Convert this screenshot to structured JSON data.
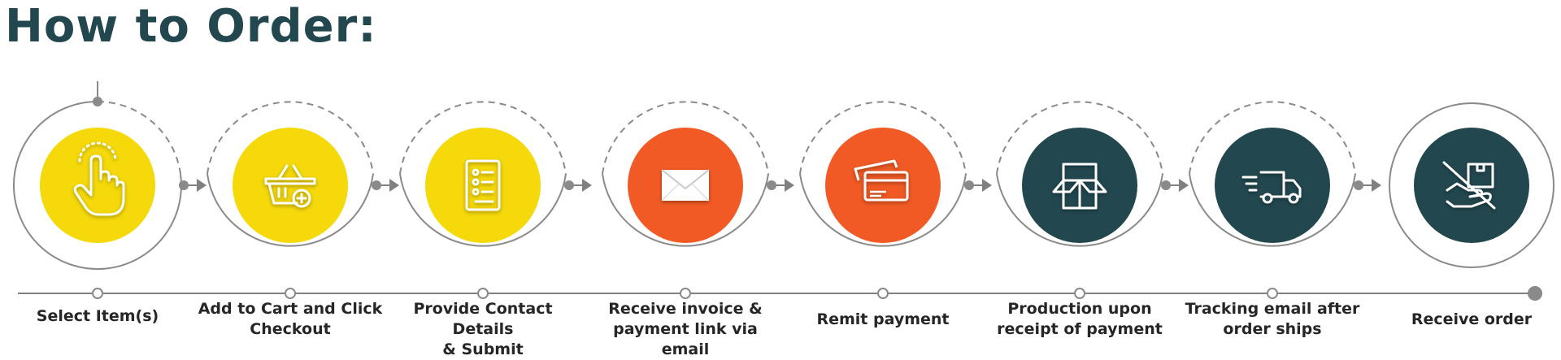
{
  "title": "How to Order:",
  "colors": {
    "yellow": "#f5d90a",
    "orange": "#f15a24",
    "teal": "#22474f",
    "line": "#808080",
    "title": "#22474f",
    "label": "#262626"
  },
  "steps": [
    {
      "lines": [
        "Select Item(s)"
      ],
      "icon": "pointing-hand-icon",
      "color": "yellow"
    },
    {
      "lines": [
        "Add to Cart and Click",
        "Checkout"
      ],
      "icon": "cart-add-icon",
      "color": "yellow"
    },
    {
      "lines": [
        "Provide Contact Details",
        "& Submit"
      ],
      "icon": "checklist-icon",
      "color": "yellow"
    },
    {
      "lines": [
        "Receive invoice &",
        "payment link via email"
      ],
      "icon": "envelope-icon",
      "color": "orange"
    },
    {
      "lines": [
        "Remit payment"
      ],
      "icon": "credit-card-icon",
      "color": "orange"
    },
    {
      "lines": [
        "Production upon",
        "receipt of payment"
      ],
      "icon": "open-box-icon",
      "color": "teal"
    },
    {
      "lines": [
        "Tracking email after",
        "order ships"
      ],
      "icon": "delivery-truck-icon",
      "color": "teal"
    },
    {
      "lines": [
        "Receive order"
      ],
      "icon": "package-delivered-icon",
      "color": "teal"
    }
  ]
}
